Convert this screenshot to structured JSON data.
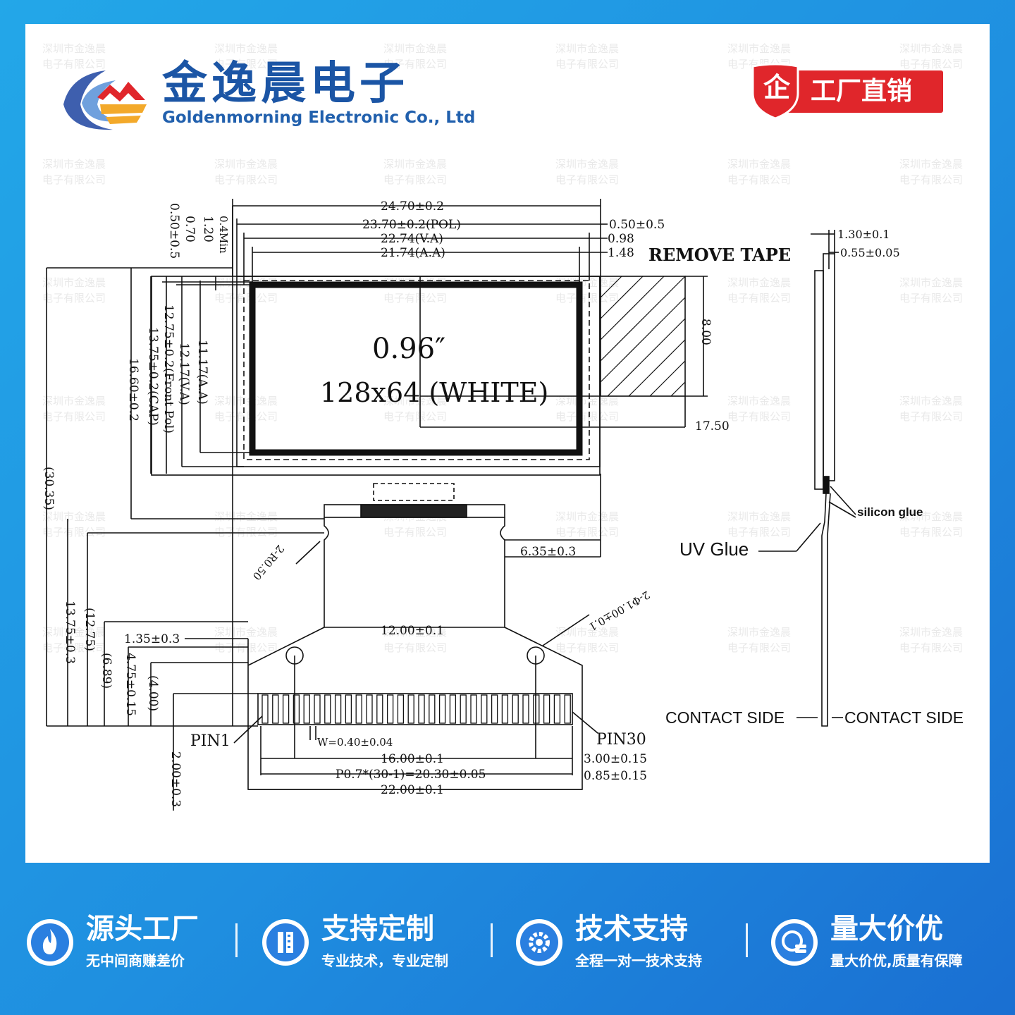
{
  "brand": {
    "name_cn": "金逸晨电子",
    "name_en": "Goldenmorning Electronic Co., Ltd",
    "badge_icon": "企",
    "badge_text": "工厂直销",
    "colors": {
      "blue": "#1b55a5",
      "red": "#e0262b",
      "gold": "#f3a92a"
    }
  },
  "watermark": {
    "line1": "深圳市金逸晨",
    "line2": "电子有限公司"
  },
  "diagram": {
    "display_size": "0.96″",
    "display_resolution": "128x64 (WHITE)",
    "remove_tape": "REMOVE TAPE",
    "horizontal_dims": {
      "d24_70": "24.70±0.2",
      "d23_70": "23.70±0.2(POL)",
      "d22_74": "22.74(V.A)",
      "d21_74": "21.74(A.A)",
      "d0_50": "0.50±0.5",
      "d0_98": "0.98",
      "d1_48": "1.48",
      "d17_50": "17.50",
      "d6_35": "6.35±0.3",
      "d12_00": "12.00±0.1",
      "d1_35": "1.35±0.3",
      "w": "W=0.40±0.04",
      "d16_00": "16.00±0.1",
      "pitch": "P0.7*(30-1)=20.30±0.05",
      "d22_00": "22.00±0.1",
      "d3_00": "3.00±0.15",
      "d0_85": "0.85±0.15"
    },
    "vertical_dims": {
      "v0_50": "0.50±0.5",
      "v0_70": "0.70",
      "v1_20": "1.20",
      "v0_4min": "0.4Min",
      "v12_75": "12.75±0.2(Front Pol)",
      "v13_75": "13.75±0.2(CAP)",
      "v12_17": "12.17(V.A)",
      "v11_17": "11.17(A.A)",
      "v16_60": "16.60±0.2",
      "v30_35": "(30.35)",
      "v8_00": "8.00",
      "v12_75b": "(12.75)",
      "v13_75b": "13.75±0.3",
      "v6_89": "(6.89)",
      "v4_75": "4.75±0.15",
      "v4_00": "(4.00)",
      "v2_00": "2.00±0.3"
    },
    "radius_r50": "2-R0.50",
    "radius_r100": "2-Φ1.00±0.1",
    "pin1": "PIN1",
    "pin30": "PIN30",
    "side": {
      "t1_30": "1.30±0.1",
      "t0_55": "0.55±0.05",
      "silicon": "silicon glue",
      "uv": "UV Glue",
      "contact_left": "CONTACT SIDE",
      "contact_right": "CONTACT SIDE"
    }
  },
  "features": [
    {
      "icon": "flame-icon",
      "title": "源头工厂",
      "subtitle": "无中间商赚差价"
    },
    {
      "icon": "ruler-icon",
      "title": "支持定制",
      "subtitle": "专业技术，专业定制"
    },
    {
      "icon": "gear-icon",
      "title": "技术支持",
      "subtitle": "全程一对一技术支持"
    },
    {
      "icon": "coins-icon",
      "title": "量大价优",
      "subtitle": "量大价优,质量有保障"
    }
  ]
}
